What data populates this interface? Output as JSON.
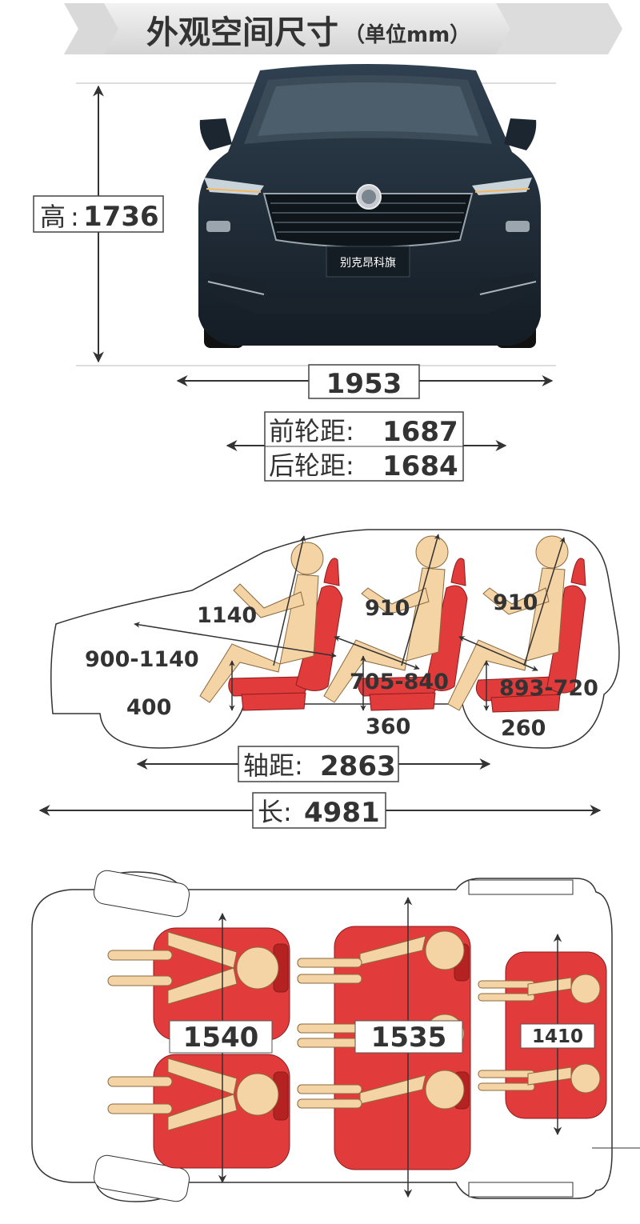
{
  "header": {
    "title_main": "外观空间尺寸",
    "title_unit": "（单位mm）"
  },
  "exterior": {
    "height_label": "高",
    "height_value": "1736",
    "width_value": "1953",
    "front_track_label": "前轮距",
    "front_track_value": "1687",
    "rear_track_label": "后轮距",
    "rear_track_value": "1684",
    "plate_text": "别克昂科旗"
  },
  "side_view": {
    "row1_headroom": "1140",
    "row1_legroom": "900-1140",
    "row1_seat_height": "400",
    "row2_headroom": "910",
    "row2_legroom": "705-840",
    "row2_seat_height": "360",
    "row3_headroom": "910",
    "row3_legroom": "893-720",
    "row3_seat_height": "260",
    "wheelbase_label": "轴距",
    "wheelbase_value": "2863",
    "length_label": "长",
    "length_value": "4981"
  },
  "top_view": {
    "row1_width": "1540",
    "row2_width": "1535",
    "row3_width": "1410"
  },
  "colors": {
    "seat_red": "#e23b3b",
    "seat_dark": "#b52222",
    "skin": "#f4d3a4",
    "car_body": "#23313e",
    "banner": "#e6e6e6"
  }
}
